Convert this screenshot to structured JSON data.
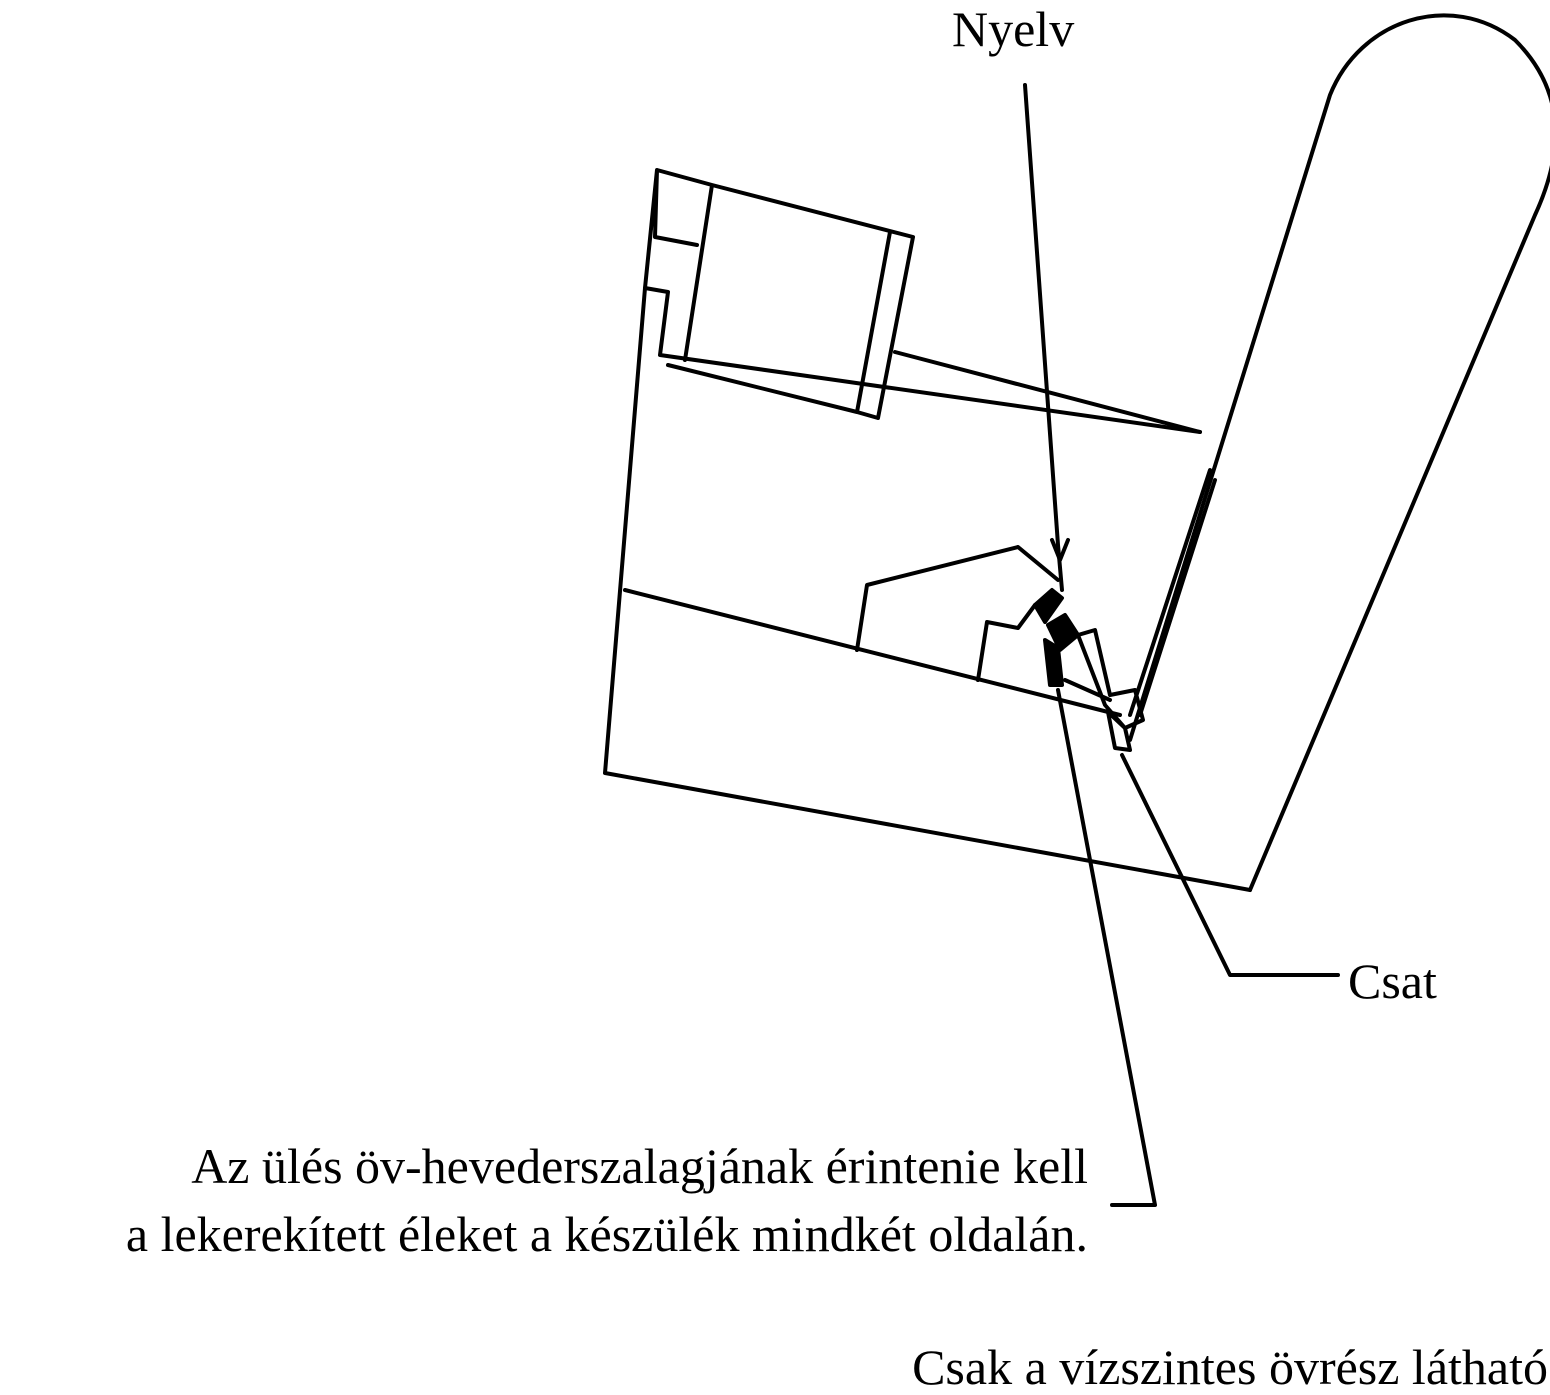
{
  "labels": {
    "tongue": "Nyelv",
    "buckle": "Csat",
    "instruction_line1": "Az ülés öv-hevederszalagjának érintenie kell",
    "instruction_line2": "a lekerekített éleket a készülék mindkét oldalán.",
    "caption": "Csak a vízszintes övrész látható"
  }
}
